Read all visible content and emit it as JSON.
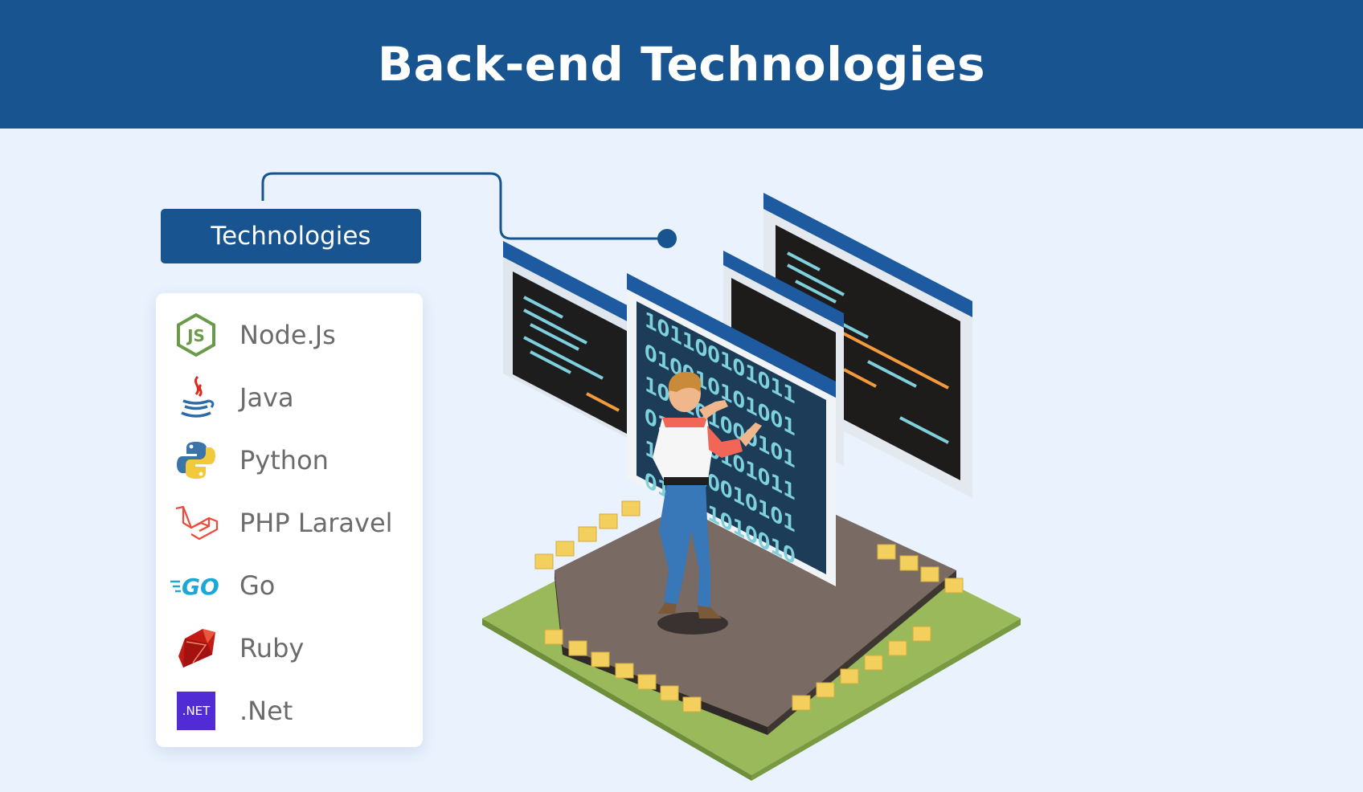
{
  "header": {
    "title": "Back-end Technologies"
  },
  "badge": {
    "label": "Technologies"
  },
  "technologies": [
    {
      "label": "Node.Js",
      "icon": "nodejs-icon"
    },
    {
      "label": "Java",
      "icon": "java-icon"
    },
    {
      "label": "Python",
      "icon": "python-icon"
    },
    {
      "label": "PHP Laravel",
      "icon": "laravel-icon"
    },
    {
      "label": "Go",
      "icon": "go-icon",
      "icon_text": "GO"
    },
    {
      "label": "Ruby",
      "icon": "ruby-icon"
    },
    {
      "label": ".Net",
      "icon": "dotnet-icon",
      "icon_text": ".NET"
    }
  ],
  "colors": {
    "header_bg": "#18548f",
    "page_bg": "#e9f2fd",
    "label_text": "#6b6b6b",
    "connector": "#18548f"
  }
}
